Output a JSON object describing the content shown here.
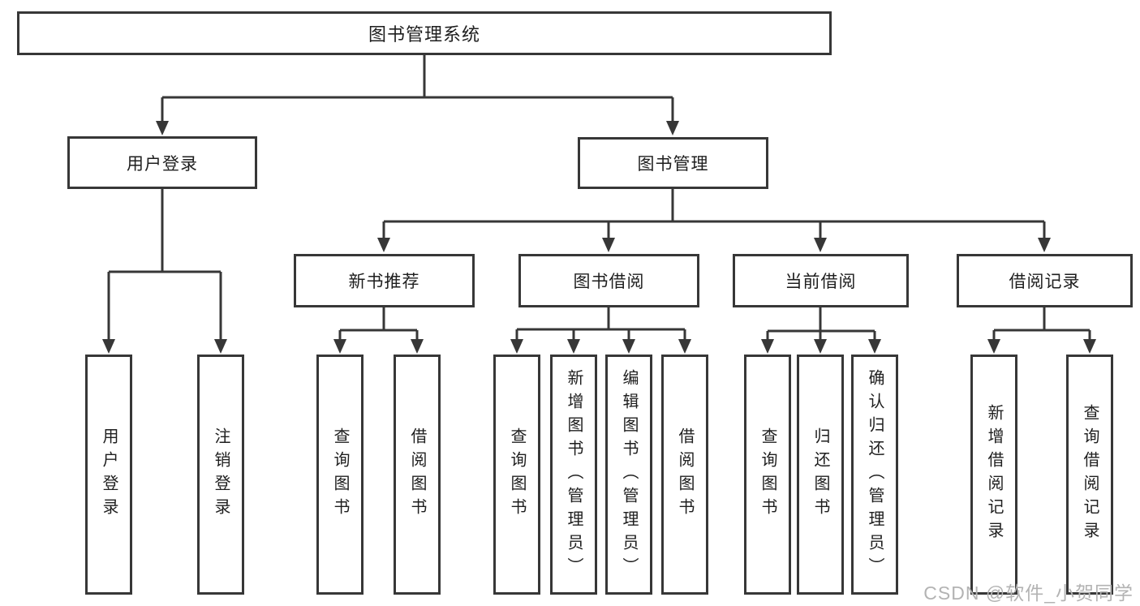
{
  "tree": {
    "root": {
      "label": "图书管理系统"
    },
    "branches": [
      {
        "label": "用户登录",
        "leaves": [
          {
            "label": "用户登录"
          },
          {
            "label": "注销登录"
          }
        ]
      },
      {
        "label": "图书管理",
        "sections": [
          {
            "label": "新书推荐",
            "leaves": [
              {
                "label": "查询图书"
              },
              {
                "label": "借阅图书"
              }
            ]
          },
          {
            "label": "图书借阅",
            "leaves": [
              {
                "label": "查询图书"
              },
              {
                "label": "新增图书（管理员）"
              },
              {
                "label": "编辑图书（管理员）"
              },
              {
                "label": "借阅图书"
              }
            ]
          },
          {
            "label": "当前借阅",
            "leaves": [
              {
                "label": "查询图书"
              },
              {
                "label": "归还图书"
              },
              {
                "label": "确认归还（管理员）"
              }
            ]
          },
          {
            "label": "借阅记录",
            "leaves": [
              {
                "label": "新增借阅记录"
              },
              {
                "label": "查询借阅记录"
              }
            ]
          }
        ]
      }
    ]
  },
  "watermark": {
    "text": "CSDN @软件_小贺同学"
  },
  "colors": {
    "line": "#373737",
    "text": "#1e1e1e",
    "background": "#ffffff",
    "watermark": "#b3b3b3"
  }
}
